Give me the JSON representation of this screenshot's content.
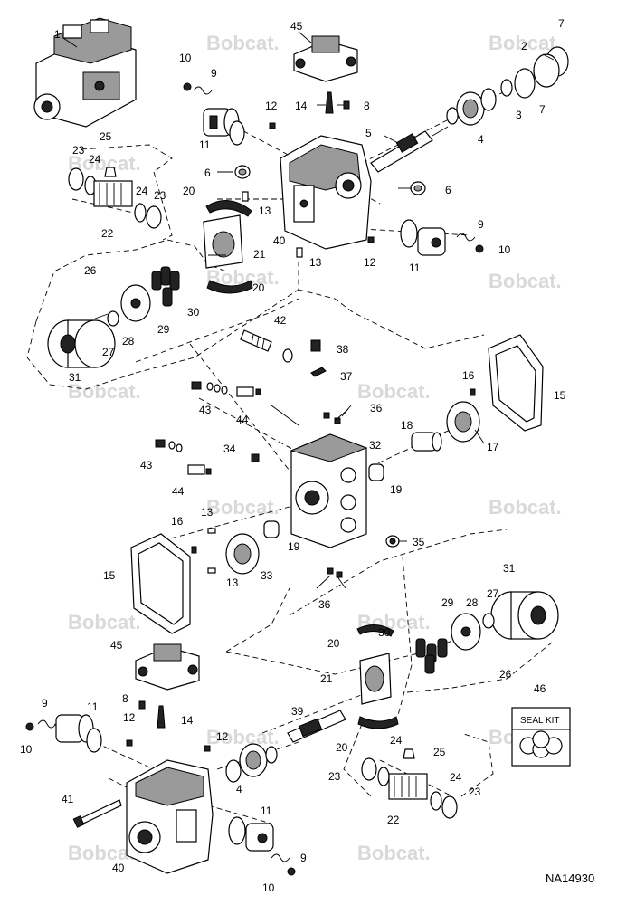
{
  "diagram": {
    "drawing_code": "NA14930",
    "watermark_text": "Bobcat.",
    "seal_kit_label": "SEAL KIT",
    "callouts": {
      "c1": "1",
      "c2": "2",
      "c3": "3",
      "c4a": "4",
      "c4b": "4",
      "c5": "5",
      "c6a": "6",
      "c6b": "6",
      "c7a": "7",
      "c7b": "7",
      "c8a": "8",
      "c8b": "8",
      "c9a": "9",
      "c9b": "9",
      "c9c": "9",
      "c9d": "9",
      "c10a": "10",
      "c10b": "10",
      "c10c": "10",
      "c10d": "10",
      "c11a": "11",
      "c11b": "11",
      "c11c": "11",
      "c11d": "11",
      "c12a": "12",
      "c12b": "12",
      "c12c": "12",
      "c12d": "12",
      "c13a": "13",
      "c13b": "13",
      "c13c": "13",
      "c13d": "13",
      "c14a": "14",
      "c14b": "14",
      "c15a": "15",
      "c15b": "15",
      "c16a": "16",
      "c16b": "16",
      "c17": "17",
      "c18": "18",
      "c19a": "19",
      "c19b": "19",
      "c20a": "20",
      "c20b": "20",
      "c20c": "20",
      "c20d": "20",
      "c21a": "21",
      "c21b": "21",
      "c22a": "22",
      "c22b": "22",
      "c23a": "23",
      "c23b": "23",
      "c23c": "23",
      "c23d": "23",
      "c24a": "24",
      "c24b": "24",
      "c24c": "24",
      "c24d": "24",
      "c25a": "25",
      "c25b": "25",
      "c26a": "26",
      "c26b": "26",
      "c27a": "27",
      "c27b": "27",
      "c28a": "28",
      "c28b": "28",
      "c29a": "29",
      "c29b": "29",
      "c30a": "30",
      "c30b": "30",
      "c31a": "31",
      "c31b": "31",
      "c32": "32",
      "c33": "33",
      "c34": "34",
      "c35": "35",
      "c36a": "36",
      "c36b": "36",
      "c37": "37",
      "c38": "38",
      "c39": "39",
      "c40a": "40",
      "c40b": "40",
      "c41": "41",
      "c42": "42",
      "c43a": "43",
      "c43b": "43",
      "c44a": "44",
      "c44b": "44",
      "c45a": "45",
      "c45b": "45",
      "c46": "46"
    }
  }
}
